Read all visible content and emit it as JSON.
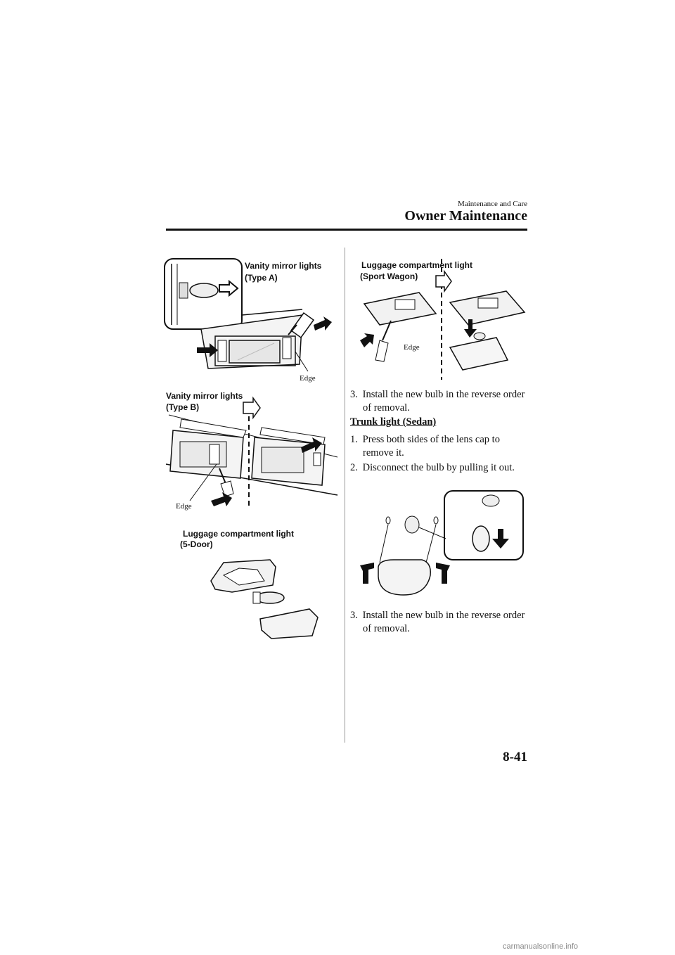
{
  "header": {
    "section": "Maintenance and Care",
    "title": "Owner Maintenance"
  },
  "figures": {
    "vanity_a": {
      "label_line1": "Vanity mirror lights",
      "label_line2": "(Type A)",
      "edge": "Edge"
    },
    "vanity_b": {
      "label_line1": "Vanity mirror lights",
      "label_line2": "(Type B)",
      "edge": "Edge"
    },
    "luggage_5door": {
      "label_line1": "Luggage compartment light",
      "label_line2": "(5-Door)"
    },
    "luggage_wagon": {
      "label_line1": "Luggage compartment light",
      "label_line2": "(Sport Wagon)",
      "edge": "Edge"
    }
  },
  "right_column": {
    "step3a": {
      "num": "3.",
      "line1": "Install the new bulb in the reverse order",
      "line2": "of removal."
    },
    "subheading": "Trunk light (Sedan)",
    "step1": {
      "num": "1.",
      "line1": "Press both sides of the lens cap to",
      "line2": "remove it."
    },
    "step2": {
      "num": "2.",
      "line1": "Disconnect the bulb by pulling it out."
    },
    "step3b": {
      "num": "3.",
      "line1": "Install the new bulb in the reverse order",
      "line2": "of removal."
    }
  },
  "page_number": "8-41",
  "watermark": "carmanualsonline.info"
}
